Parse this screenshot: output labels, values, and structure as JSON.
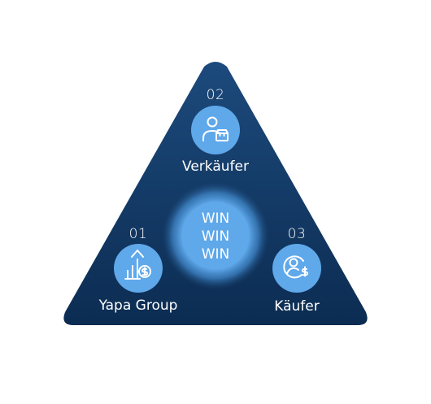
{
  "diagram": {
    "nodes": [
      {
        "number": "01",
        "label": "Yapa Group",
        "icon": "growth-chart-coin-icon"
      },
      {
        "number": "02",
        "label": "Verkäufer",
        "icon": "seller-store-icon"
      },
      {
        "number": "03",
        "label": "Käufer",
        "icon": "buyer-user-dollar-icon"
      }
    ],
    "center": {
      "lines": [
        "WIN",
        "WIN",
        "WIN"
      ]
    },
    "colors": {
      "triangle_top": "#1c4a7c",
      "triangle_bottom": "#0c2c52",
      "circle_fill": "#5fa8ea",
      "text": "#ffffff"
    }
  }
}
